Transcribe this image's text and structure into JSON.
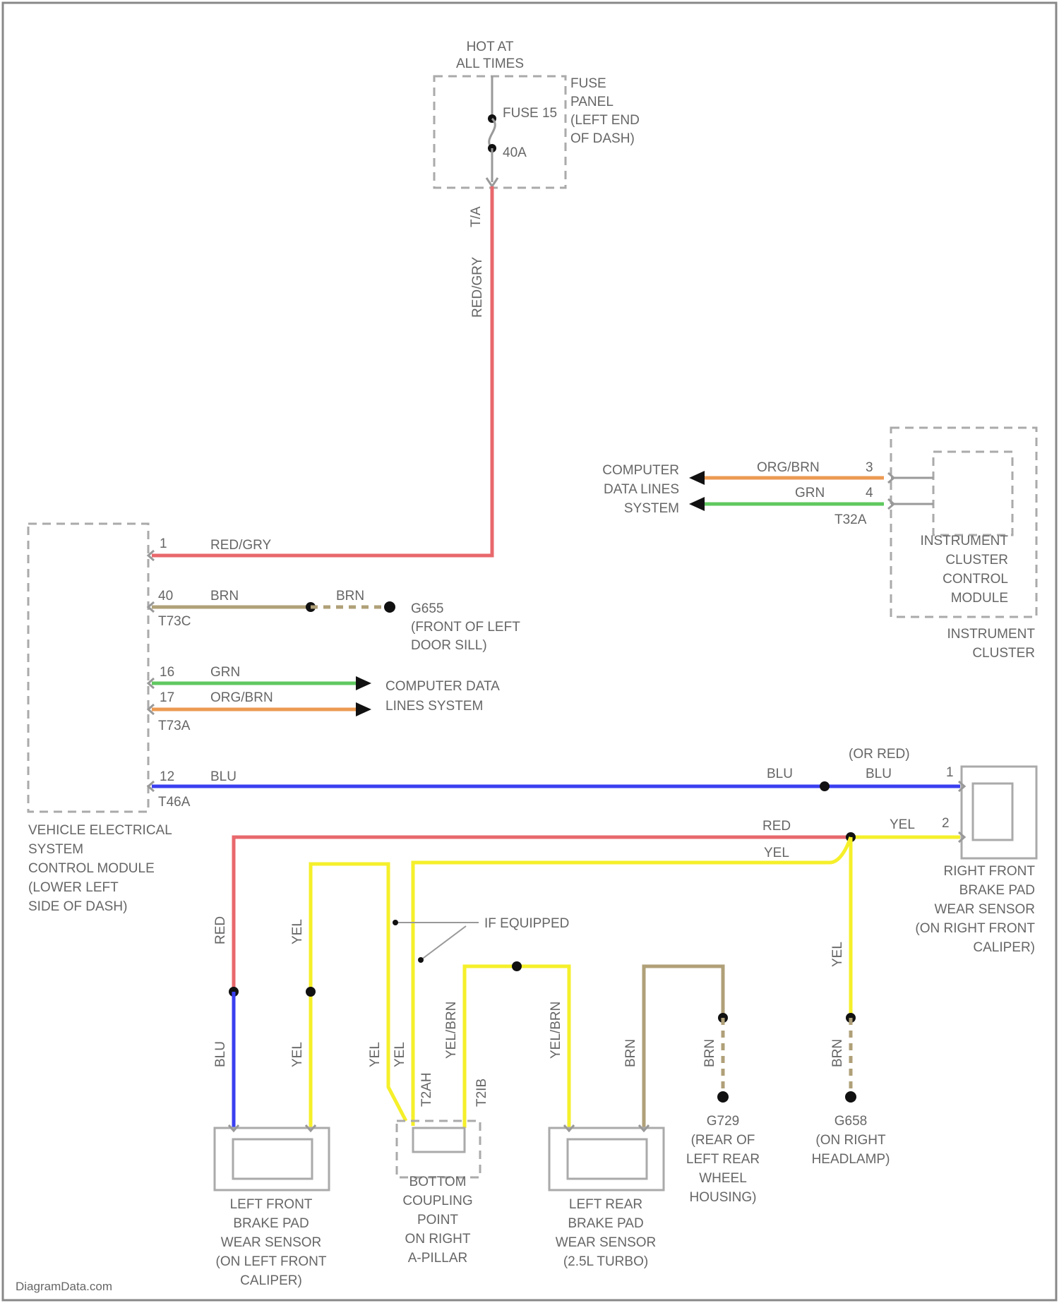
{
  "colors": {
    "red": "#e8686c",
    "yellow": "#f5ef2a",
    "blue": "#3a3ff0",
    "green": "#5fc85f",
    "orange": "#ec9a52",
    "brown": "#b0a078",
    "outline": "#aaaaaa",
    "text": "#666666"
  },
  "power": {
    "hot_line1": "HOT AT",
    "hot_line2": "ALL TIMES",
    "fuse_name": "FUSE 15",
    "fuse_rating": "40A",
    "panel_line1": "FUSE",
    "panel_line2": "PANEL",
    "panel_line3": "(LEFT END",
    "panel_line4": "OF DASH)",
    "pin": "T/A",
    "wire_vertical": "RED/GRY"
  },
  "vecm": {
    "pin1": "1",
    "wire1": "RED/GRY",
    "pin40": "40",
    "wire40": "BRN",
    "conn_t73c": "T73C",
    "g655_wire": "BRN",
    "g655_name": "G655",
    "g655_loc1": "(FRONT OF LEFT",
    "g655_loc2": "DOOR SILL)",
    "pin16": "16",
    "wire16": "GRN",
    "pin17": "17",
    "wire17": "ORG/BRN",
    "conn_t73a": "T73A",
    "cdl1": "COMPUTER DATA",
    "cdl2": "LINES SYSTEM",
    "pin12": "12",
    "wire12": "BLU",
    "conn_t46a": "T46A",
    "label1": "VEHICLE ELECTRICAL",
    "label2": "SYSTEM",
    "label3": "CONTROL MODULE",
    "label4": "(LOWER LEFT",
    "label5": "SIDE OF DASH)"
  },
  "cluster": {
    "cds1": "COMPUTER",
    "cds2": "DATA LINES",
    "cds3": "SYSTEM",
    "wire_org": "ORG/BRN",
    "pin3": "3",
    "wire_grn": "GRN",
    "pin4": "4",
    "conn": "T32A",
    "inner1": "INSTRUMENT",
    "inner2": "CLUSTER",
    "inner3": "CONTROL",
    "inner4": "MODULE",
    "outer1": "INSTRUMENT",
    "outer2": "CLUSTER"
  },
  "right_front": {
    "blu_mid": "BLU",
    "or_red": "(OR RED)",
    "blu_right": "BLU",
    "pin1": "1",
    "red_label": "RED",
    "yel_label": "YEL",
    "pin2": "2",
    "yel_lower": "YEL",
    "label1": "RIGHT FRONT",
    "label2": "BRAKE PAD",
    "label3": "WEAR SENSOR",
    "label4": "(ON RIGHT FRONT",
    "label5": "CALIPER)"
  },
  "lower": {
    "red_vert": "RED",
    "yel_vert": "YEL",
    "if_equipped": "IF EQUIPPED",
    "blu_vert": "BLU",
    "yel_vert2": "YEL",
    "yel_a": "YEL",
    "yel_b": "YEL",
    "yel_brn_a": "YEL/BRN",
    "yel_brn_b": "YEL/BRN",
    "brn_a": "BRN",
    "brn_b": "BRN",
    "yel_right": "YEL",
    "brn_right": "BRN",
    "t2ah": "T2AH",
    "t2ib": "T2IB",
    "lf1": "LEFT FRONT",
    "lf2": "BRAKE PAD",
    "lf3": "WEAR SENSOR",
    "lf4": "(ON LEFT FRONT",
    "lf5": "CALIPER)",
    "bc1": "BOTTOM",
    "bc2": "COUPLING",
    "bc3": "POINT",
    "bc4": "ON RIGHT",
    "bc5": "A-PILLAR",
    "lr1": "LEFT REAR",
    "lr2": "BRAKE PAD",
    "lr3": "WEAR SENSOR",
    "lr4": "(2.5L TURBO)",
    "g729": "G729",
    "g729_1": "(REAR OF",
    "g729_2": "LEFT REAR",
    "g729_3": "WHEEL",
    "g729_4": "HOUSING)",
    "g658": "G658",
    "g658_1": "(ON RIGHT",
    "g658_2": "HEADLAMP)"
  },
  "footer": {
    "watermark": "DiagramData.com"
  }
}
